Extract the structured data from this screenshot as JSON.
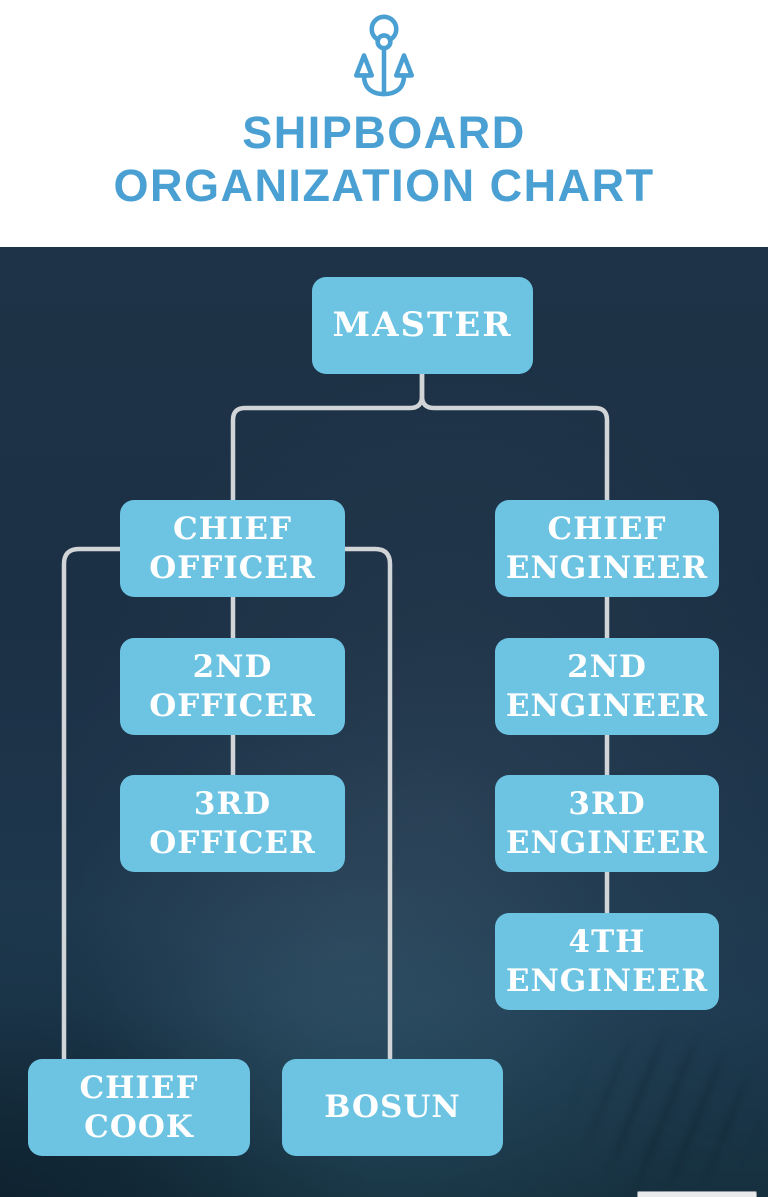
{
  "header": {
    "title": "SHIPBOARD\nORGANIZATION CHART",
    "icon": "anchor-icon"
  },
  "colors": {
    "header_background": "#ffffff",
    "title_blue": "#4aa0d2",
    "anchor_blue": "#4aa0d2",
    "chart_background": "#1c3044",
    "node_fill": "#6cc3e2",
    "node_text": "#ffffff",
    "connector_line": "#d2d5d8"
  },
  "chart_data": {
    "type": "org-chart",
    "title": "SHIPBOARD ORGANIZATION CHART"
  },
  "org": {
    "nodes": [
      {
        "id": "master",
        "label": "MASTER"
      },
      {
        "id": "chief-officer",
        "label": "CHIEF\nOFFICER"
      },
      {
        "id": "chief-engineer",
        "label": "CHIEF\nENGINEER"
      },
      {
        "id": "2nd-officer",
        "label": "2ND\nOFFICER"
      },
      {
        "id": "2nd-engineer",
        "label": "2ND\nENGINEER"
      },
      {
        "id": "3rd-officer",
        "label": "3RD\nOFFICER"
      },
      {
        "id": "3rd-engineer",
        "label": "3RD\nENGINEER"
      },
      {
        "id": "4th-engineer",
        "label": "4TH\nENGINEER"
      },
      {
        "id": "chief-cook",
        "label": "CHIEF\nCOOK"
      },
      {
        "id": "bosun",
        "label": "BOSUN"
      }
    ],
    "edges": [
      [
        "master",
        "chief-officer"
      ],
      [
        "master",
        "chief-engineer"
      ],
      [
        "chief-officer",
        "2nd-officer"
      ],
      [
        "2nd-officer",
        "3rd-officer"
      ],
      [
        "chief-engineer",
        "2nd-engineer"
      ],
      [
        "2nd-engineer",
        "3rd-engineer"
      ],
      [
        "3rd-engineer",
        "4th-engineer"
      ],
      [
        "chief-officer",
        "chief-cook"
      ],
      [
        "chief-officer",
        "bosun"
      ]
    ]
  }
}
